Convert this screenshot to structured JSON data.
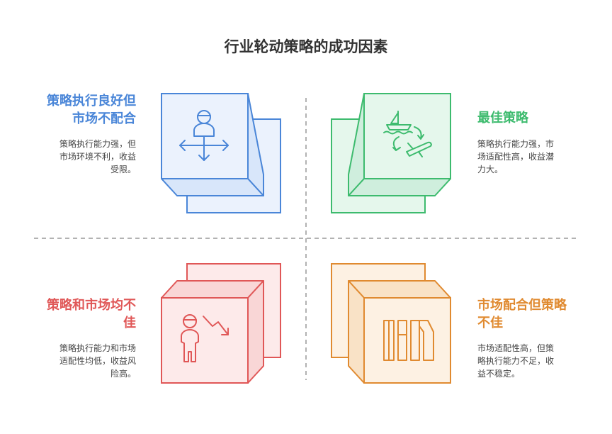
{
  "title": "行业轮动策略的成功因素",
  "quadrants": {
    "top_left": {
      "title_lines": [
        "策略执行良好但",
        "市场不配合"
      ],
      "desc_lines": [
        "策略执行能力强，但",
        "市场环境不利，收益",
        "受限。"
      ],
      "color": "#4a86d8",
      "icon": "person-arrows-icon"
    },
    "top_right": {
      "title_lines": [
        "最佳策略"
      ],
      "desc_lines": [
        "策略执行能力强，市",
        "场适配性高，收益潜",
        "力大。"
      ],
      "color": "#3dbb6e",
      "icon": "boat-plane-cycle-icon"
    },
    "bottom_left": {
      "title_lines": [
        "策略和市场均不",
        "佳"
      ],
      "desc_lines": [
        "策略执行能力和市场",
        "适配性均低，收益风",
        "险高。"
      ],
      "color": "#e05757",
      "icon": "person-downtrend-icon"
    },
    "bottom_right": {
      "title_lines": [
        "市场配合但策略",
        "不佳"
      ],
      "desc_lines": [
        "市场适配性高，但策",
        "略执行能力不足，收",
        "益不稳定。"
      ],
      "color": "#e08a30",
      "icon": "bars-icon"
    }
  }
}
